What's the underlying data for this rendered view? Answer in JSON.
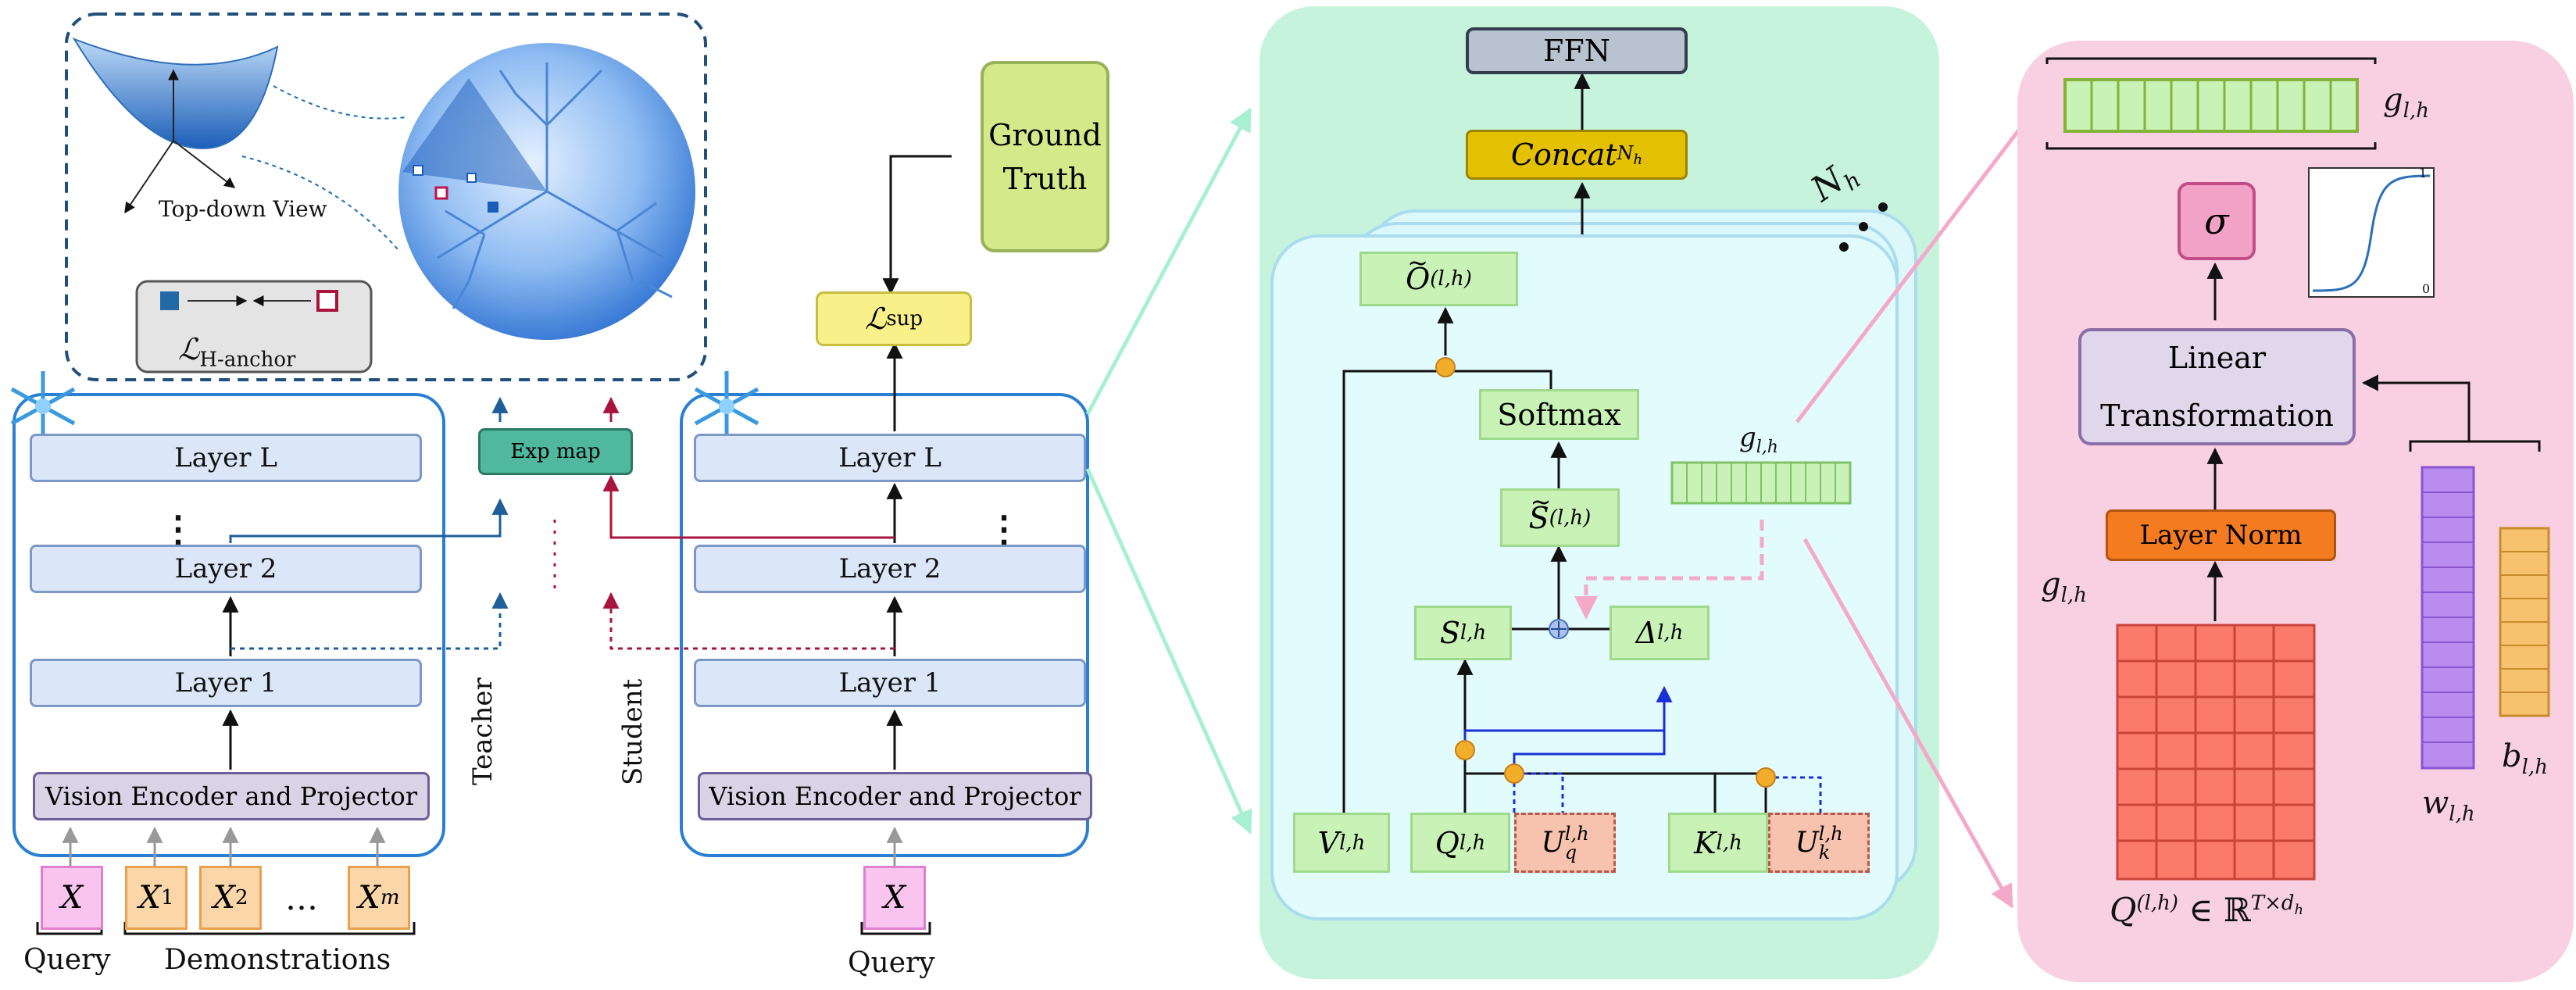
{
  "left_panel": {
    "surface_label": "Top-down View",
    "loss_anchor": "ℒH-anchor",
    "loss_anchor_main": "ℒ",
    "loss_anchor_sub": "H-anchor",
    "teacher_layers": [
      "Layer L",
      "Layer 2",
      "Layer 1"
    ],
    "student_layers": [
      "Layer L",
      "Layer 2",
      "Layer 1"
    ],
    "encoder": "Vision Encoder and Projector",
    "exp_map": "Exp map",
    "teacher_label": "Teacher",
    "student_label": "Student",
    "ground_truth_line1": "Ground",
    "ground_truth_line2": "Truth",
    "loss_sup_main": "ℒ",
    "loss_sup_sub": "sup",
    "teacher_inputs": [
      "X",
      "X",
      "X",
      "X"
    ],
    "teacher_input_subs": [
      "",
      "1",
      "2",
      "m"
    ],
    "ellipsis": "…",
    "query_label": "Query",
    "demonstrations_label": "Demonstrations",
    "student_input": "X",
    "student_query_label": "Query"
  },
  "middle_panel": {
    "ffn": "FFN",
    "concat": "Concat",
    "concat_sub": "N",
    "concat_subsub": "h",
    "nh": "N",
    "nh_sub": "h",
    "o_tilde": "O",
    "o_sup": "(l,h)",
    "softmax": "Softmax",
    "s_tilde": "S",
    "s_tilde_sup": "(l,h)",
    "s": "S",
    "s_sup": "l,h",
    "delta": "Δ",
    "delta_sup": "l,h",
    "g_label": "g",
    "g_sub": "l,h",
    "v": "V",
    "v_sup": "l,h",
    "q": "Q",
    "q_sup": "l,h",
    "uq": "U",
    "uq_sup": "l,h",
    "uq_sub": "q",
    "k": "K",
    "k_sup": "l,h",
    "uk": "U",
    "uk_sup": "l,h",
    "uk_sub": "k"
  },
  "right_panel": {
    "g_top": "g",
    "g_top_sub": "l,h",
    "sigma": "σ",
    "linear_line1": "Linear",
    "linear_line2": "Transformation",
    "layer_norm": "Layer Norm",
    "g_left": "g",
    "g_left_sub": "l,h",
    "sigmoid_y_tick": "1",
    "sigmoid_x_tick": "0",
    "w": "w",
    "w_sub": "l,h",
    "b": "b",
    "b_sub": "l,h",
    "q_formula": "Q",
    "q_formula_sup": "(l,h)",
    "q_formula_rest": " ∈ ℝ",
    "q_formula_dim": "T×d",
    "q_formula_dim_sub": "h"
  },
  "colors": {
    "teacher_blue": "#2c76c8",
    "student_red": "#a8143e",
    "mid_panel_bg": "#c6f3dc",
    "right_panel_bg": "#f8d0e2",
    "orange_dot": "#f2ad2a",
    "layer_norm": "#f57b20",
    "sigma_box": "#f3a2c7",
    "ffn": "#b9c3d0",
    "concat": "#e3c000",
    "loss_sup": "#f9f08a",
    "ground_truth": "#d4e98a"
  }
}
